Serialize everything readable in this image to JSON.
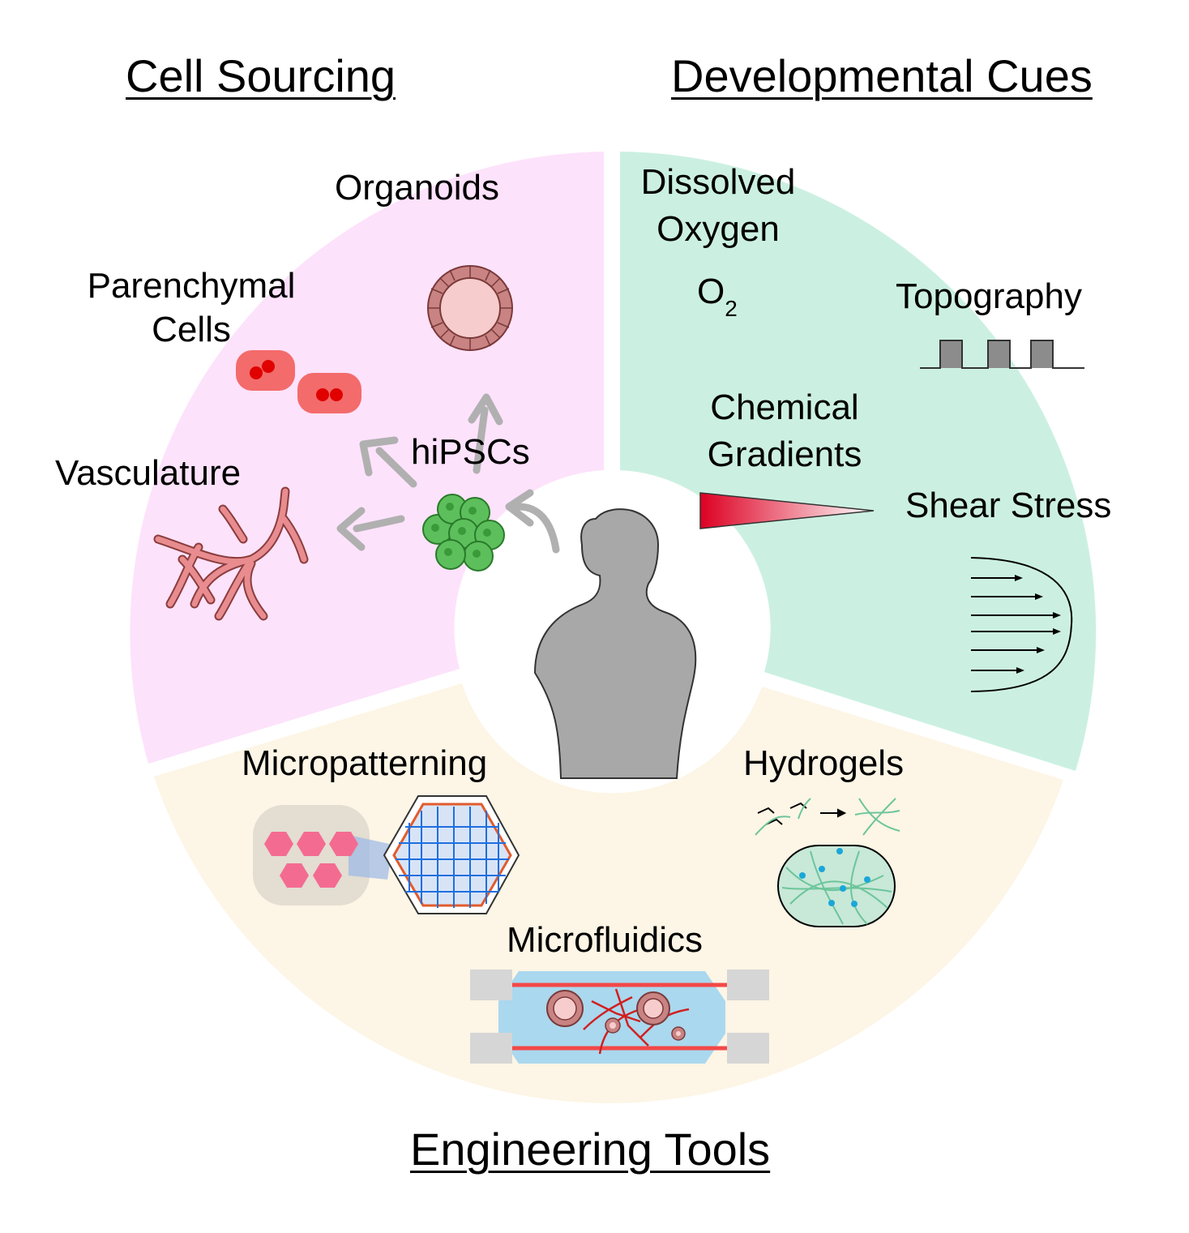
{
  "sections": {
    "cell_sourcing": "Cell Sourcing",
    "developmental_cues": "Developmental Cues",
    "engineering_tools": "Engineering Tools"
  },
  "cell_sourcing_items": {
    "organoids": "Organoids",
    "parenchymal_line1": "Parenchymal",
    "parenchymal_line2": "Cells",
    "vasculature": "Vasculature",
    "hipscs": "hiPSCs"
  },
  "developmental_cues_items": {
    "dissolved_line1": "Dissolved",
    "dissolved_line2": "Oxygen",
    "o2_symbol": "O",
    "o2_subscript": "2",
    "topography": "Topography",
    "chemical_line1": "Chemical",
    "chemical_line2": "Gradients",
    "shear_stress": "Shear Stress"
  },
  "engineering_tools_items": {
    "micropatterning": "Micropatterning",
    "hydrogels": "Hydrogels",
    "microfluidics": "Microfluidics"
  },
  "colors": {
    "cell_sourcing_bg": "#fde2fb",
    "developmental_cues_bg": "#cbf0e1",
    "engineering_tools_bg": "#fdf5e5",
    "human_silhouette": "#a8a8a8",
    "arrow_gray": "#b0b0b0",
    "hipsc_green": "#5cbf5c",
    "cell_red": "#f36b6b",
    "vessel_pink": "#e88c90",
    "hydrogel_fiber": "#6cc59a",
    "pattern_pink": "#f46b91",
    "channel_blue": "#aad8ee"
  },
  "icons": [
    "human-silhouette",
    "organoid-icon",
    "parenchymal-cell-icon",
    "vasculature-icon",
    "hipsc-cluster-icon",
    "topography-icon",
    "gradient-wedge-icon",
    "shear-flow-icon",
    "micropattern-icon",
    "hydrogel-icon",
    "microfluidic-chip-icon"
  ]
}
